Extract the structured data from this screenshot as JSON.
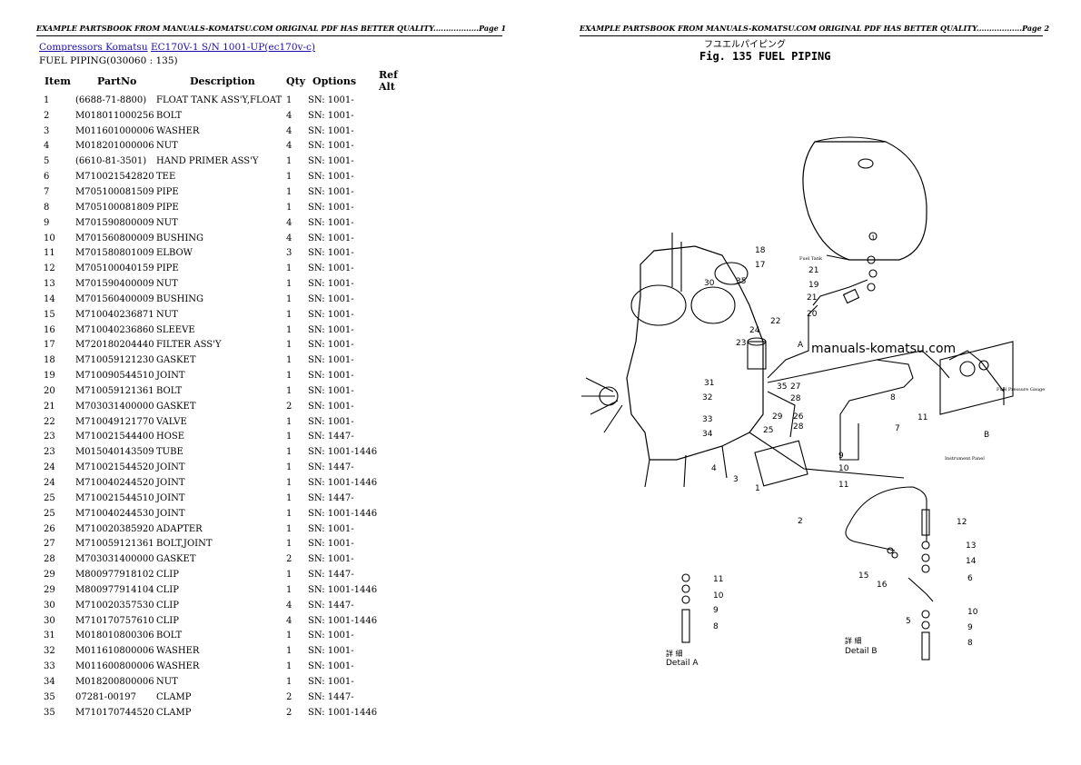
{
  "header_text": "EXAMPLE PARTSBOOK FROM MANUALS-KOMATSU.COM ORIGINAL PDF HAS BETTER QUALITY..................",
  "page_left": "Page 1",
  "page_right": "Page 2",
  "breadcrumb": {
    "link1": "Compressors Komatsu",
    "link2": "EC170V-1 S/N 1001-UP(ec170v-c)"
  },
  "subtitle": "FUEL PIPING(030060 : 135)",
  "columns": {
    "item": "Item",
    "partno": "PartNo",
    "description": "Description",
    "qty": "Qty",
    "options": "Options",
    "ref": "Ref Alt"
  },
  "rows": [
    {
      "item": "1",
      "partno": "(6688-71-8800)",
      "desc": "FLOAT TANK ASS'Y,FLOAT",
      "qty": "1",
      "opt": "SN: 1001-"
    },
    {
      "item": "2",
      "partno": "M018011000256",
      "desc": "BOLT",
      "qty": "4",
      "opt": "SN: 1001-"
    },
    {
      "item": "3",
      "partno": "M011601000006",
      "desc": "WASHER",
      "qty": "4",
      "opt": "SN: 1001-"
    },
    {
      "item": "4",
      "partno": "M018201000006",
      "desc": "NUT",
      "qty": "4",
      "opt": "SN: 1001-"
    },
    {
      "item": "5",
      "partno": "(6610-81-3501)",
      "desc": "HAND PRIMER ASS'Y",
      "qty": "1",
      "opt": "SN: 1001-"
    },
    {
      "item": "6",
      "partno": "M710021542820",
      "desc": "TEE",
      "qty": "1",
      "opt": "SN: 1001-"
    },
    {
      "item": "7",
      "partno": "M705100081509",
      "desc": "PIPE",
      "qty": "1",
      "opt": "SN: 1001-"
    },
    {
      "item": "8",
      "partno": "M705100081809",
      "desc": "PIPE",
      "qty": "1",
      "opt": "SN: 1001-"
    },
    {
      "item": "9",
      "partno": "M701590800009",
      "desc": "NUT",
      "qty": "4",
      "opt": "SN: 1001-"
    },
    {
      "item": "10",
      "partno": "M701560800009",
      "desc": "BUSHING",
      "qty": "4",
      "opt": "SN: 1001-"
    },
    {
      "item": "11",
      "partno": "M701580801009",
      "desc": "ELBOW",
      "qty": "3",
      "opt": "SN: 1001-"
    },
    {
      "item": "12",
      "partno": "M705100040159",
      "desc": "PIPE",
      "qty": "1",
      "opt": "SN: 1001-"
    },
    {
      "item": "13",
      "partno": "M701590400009",
      "desc": "NUT",
      "qty": "1",
      "opt": "SN: 1001-"
    },
    {
      "item": "14",
      "partno": "M701560400009",
      "desc": "BUSHING",
      "qty": "1",
      "opt": "SN: 1001-"
    },
    {
      "item": "15",
      "partno": "M710040236871",
      "desc": "NUT",
      "qty": "1",
      "opt": "SN: 1001-"
    },
    {
      "item": "16",
      "partno": "M710040236860",
      "desc": "SLEEVE",
      "qty": "1",
      "opt": "SN: 1001-"
    },
    {
      "item": "17",
      "partno": "M720180204440",
      "desc": "FILTER ASS'Y",
      "qty": "1",
      "opt": "SN: 1001-"
    },
    {
      "item": "18",
      "partno": "M710059121230",
      "desc": "GASKET",
      "qty": "1",
      "opt": "SN: 1001-"
    },
    {
      "item": "19",
      "partno": "M710090544510",
      "desc": "JOINT",
      "qty": "1",
      "opt": "SN: 1001-"
    },
    {
      "item": "20",
      "partno": "M710059121361",
      "desc": "BOLT",
      "qty": "1",
      "opt": "SN: 1001-"
    },
    {
      "item": "21",
      "partno": "M703031400000",
      "desc": "GASKET",
      "qty": "2",
      "opt": "SN: 1001-"
    },
    {
      "item": "22",
      "partno": "M710049121770",
      "desc": "VALVE",
      "qty": "1",
      "opt": "SN: 1001-"
    },
    {
      "item": "23",
      "partno": "M710021544400",
      "desc": "HOSE",
      "qty": "1",
      "opt": "SN: 1447-"
    },
    {
      "item": "23",
      "partno": "M015040143509",
      "desc": "TUBE",
      "qty": "1",
      "opt": "SN: 1001-1446"
    },
    {
      "item": "24",
      "partno": "M710021544520",
      "desc": "JOINT",
      "qty": "1",
      "opt": "SN: 1447-"
    },
    {
      "item": "24",
      "partno": "M710040244520",
      "desc": "JOINT",
      "qty": "1",
      "opt": "SN: 1001-1446"
    },
    {
      "item": "25",
      "partno": "M710021544510",
      "desc": "JOINT",
      "qty": "1",
      "opt": "SN: 1447-"
    },
    {
      "item": "25",
      "partno": "M710040244530",
      "desc": "JOINT",
      "qty": "1",
      "opt": "SN: 1001-1446"
    },
    {
      "item": "26",
      "partno": "M710020385920",
      "desc": "ADAPTER",
      "qty": "1",
      "opt": "SN: 1001-"
    },
    {
      "item": "27",
      "partno": "M710059121361",
      "desc": "BOLT,JOINT",
      "qty": "1",
      "opt": "SN: 1001-"
    },
    {
      "item": "28",
      "partno": "M703031400000",
      "desc": "GASKET",
      "qty": "2",
      "opt": "SN: 1001-"
    },
    {
      "item": "29",
      "partno": "M800977918102",
      "desc": "CLIP",
      "qty": "1",
      "opt": "SN: 1447-"
    },
    {
      "item": "29",
      "partno": "M800977914104",
      "desc": "CLIP",
      "qty": "1",
      "opt": "SN: 1001-1446"
    },
    {
      "item": "30",
      "partno": "M710020357530",
      "desc": "CLIP",
      "qty": "4",
      "opt": "SN: 1447-"
    },
    {
      "item": "30",
      "partno": "M710170757610",
      "desc": "CLIP",
      "qty": "4",
      "opt": "SN: 1001-1446"
    },
    {
      "item": "31",
      "partno": "M018010800306",
      "desc": "BOLT",
      "qty": "1",
      "opt": "SN: 1001-"
    },
    {
      "item": "32",
      "partno": "M011610800006",
      "desc": "WASHER",
      "qty": "1",
      "opt": "SN: 1001-"
    },
    {
      "item": "33",
      "partno": "M011600800006",
      "desc": "WASHER",
      "qty": "1",
      "opt": "SN: 1001-"
    },
    {
      "item": "34",
      "partno": "M018200800006",
      "desc": "NUT",
      "qty": "1",
      "opt": "SN: 1001-"
    },
    {
      "item": "35",
      "partno": "07281-00197",
      "desc": "CLAMP",
      "qty": "2",
      "opt": "SN: 1447-"
    },
    {
      "item": "35",
      "partno": "M710170744520",
      "desc": "CLAMP",
      "qty": "2",
      "opt": "SN: 1001-1446"
    }
  ],
  "diagram": {
    "fig_jp": "フユエルパイピング",
    "fig_title": "Fig. 135  FUEL  PIPING",
    "watermark": "manuals-komatsu.com",
    "fuel_tank_label": "Fuel Tank",
    "fuel_pressure_label": "Fuel Pressure Gauge",
    "instrument_panel_label": "Instrument Panel",
    "detail_a": "Detail A",
    "detail_b": "Detail B",
    "detail_jp": "詳 細",
    "callouts": [
      "1",
      "2",
      "3",
      "4",
      "5",
      "6",
      "7",
      "8",
      "9",
      "10",
      "11",
      "12",
      "13",
      "14",
      "15",
      "16",
      "17",
      "18",
      "19",
      "20",
      "21",
      "22",
      "23",
      "24",
      "25",
      "26",
      "27",
      "28",
      "29",
      "30",
      "31",
      "32",
      "33",
      "34",
      "35",
      "A",
      "B"
    ]
  }
}
